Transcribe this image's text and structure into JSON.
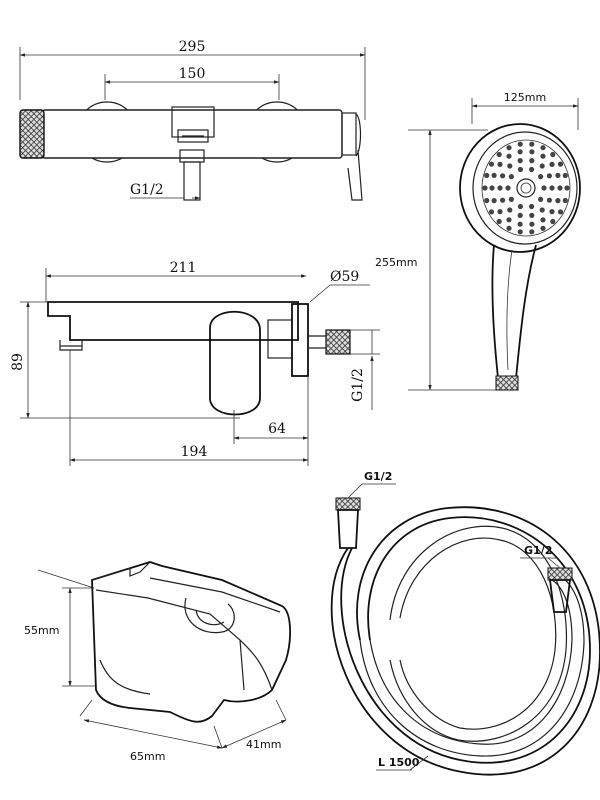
{
  "faucet_top": {
    "dim_overall": "295",
    "dim_centers": "150",
    "dim_thread": "G1/2"
  },
  "faucet_side": {
    "dim_spout": "211",
    "dim_diameter": "Ø59",
    "dim_height": "89",
    "dim_thread": "G1/2",
    "dim_handle": "64",
    "dim_body": "194"
  },
  "hand_shower": {
    "dim_width": "125mm",
    "dim_length": "255mm"
  },
  "holder": {
    "dim_height": "55mm",
    "dim_width": "65mm",
    "dim_depth": "41mm"
  },
  "hose": {
    "end_top": "G1/2",
    "end_right": "G1/2",
    "length": "L 1500"
  }
}
